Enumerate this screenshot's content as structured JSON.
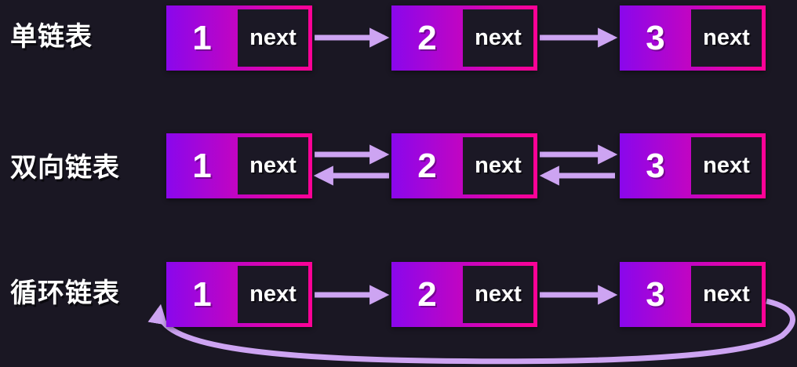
{
  "diagram": {
    "rows": [
      {
        "label": "单链表",
        "link_style": "single",
        "nodes": [
          {
            "value": "1",
            "pointer": "next"
          },
          {
            "value": "2",
            "pointer": "next"
          },
          {
            "value": "3",
            "pointer": "next"
          }
        ]
      },
      {
        "label": "双向链表",
        "link_style": "double",
        "nodes": [
          {
            "value": "1",
            "pointer": "next"
          },
          {
            "value": "2",
            "pointer": "next"
          },
          {
            "value": "3",
            "pointer": "next"
          }
        ]
      },
      {
        "label": "循环链表",
        "link_style": "single-loop",
        "nodes": [
          {
            "value": "1",
            "pointer": "next"
          },
          {
            "value": "2",
            "pointer": "next"
          },
          {
            "value": "3",
            "pointer": "next"
          }
        ]
      }
    ],
    "colors": {
      "background": "#1a1723",
      "node_gradient_start": "#8a07ec",
      "node_gradient_end": "#fd0295",
      "next_cell_bg": "#1b1825",
      "arrow": "#cda4f2",
      "text": "#ffffff"
    }
  }
}
